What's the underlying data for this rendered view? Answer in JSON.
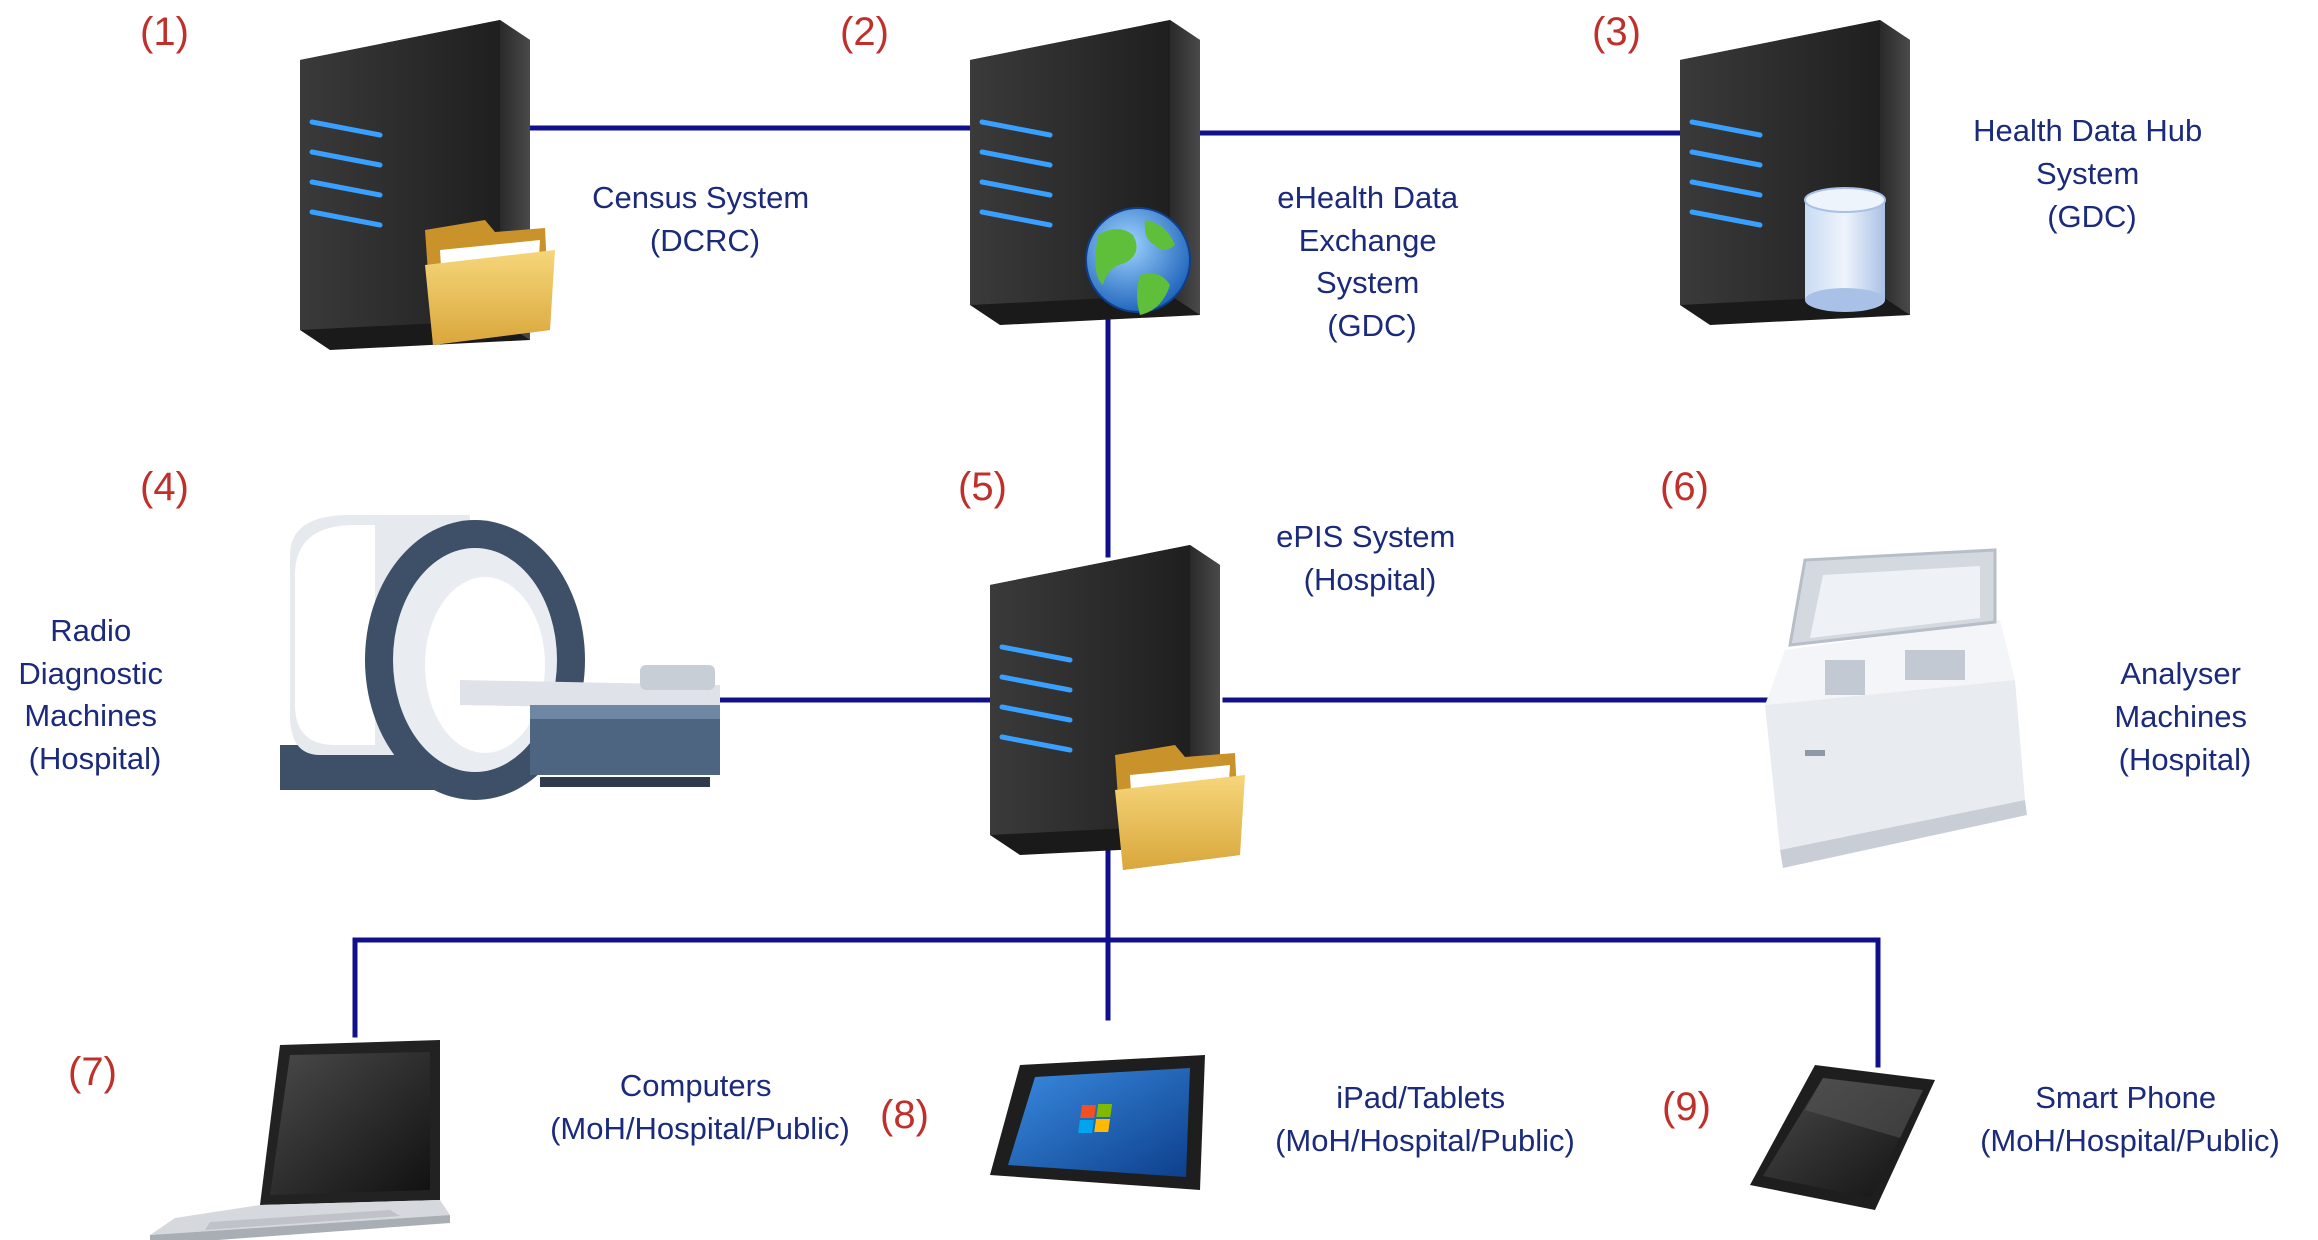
{
  "colors": {
    "link": "#10108c",
    "number_text": "#c0302b",
    "label_text": "#1b2a7a",
    "server_body": "#2b2b2b",
    "server_light": "#3aa0ff"
  },
  "nodes": [
    {
      "id": "census",
      "number": "(1)",
      "label_lines": [
        "Census System",
        "(DCRC)"
      ],
      "icon": "server-folder-icon"
    },
    {
      "id": "ehealth",
      "number": "(2)",
      "label_lines": [
        "eHealth Data",
        "Exchange",
        "System",
        "(GDC)"
      ],
      "icon": "server-globe-icon"
    },
    {
      "id": "hub",
      "number": "(3)",
      "label_lines": [
        "Health Data Hub",
        "System",
        "(GDC)"
      ],
      "icon": "server-database-icon"
    },
    {
      "id": "radio",
      "number": "(4)",
      "label_lines": [
        "Radio",
        "Diagnostic",
        "Machines",
        "(Hospital)"
      ],
      "icon": "ct-scanner-icon"
    },
    {
      "id": "epis",
      "number": "(5)",
      "label_lines": [
        "ePIS System",
        "(Hospital)"
      ],
      "icon": "server-folder-icon"
    },
    {
      "id": "analyser",
      "number": "(6)",
      "label_lines": [
        "Analyser",
        "Machines",
        "(Hospital)"
      ],
      "icon": "analyser-machine-icon"
    },
    {
      "id": "computers",
      "number": "(7)",
      "label_lines": [
        "Computers",
        "(MoH/Hospital/Public)"
      ],
      "icon": "laptop-icon"
    },
    {
      "id": "tablets",
      "number": "(8)",
      "label_lines": [
        "iPad/Tablets",
        "(MoH/Hospital/Public)"
      ],
      "icon": "tablet-icon"
    },
    {
      "id": "phone",
      "number": "(9)",
      "label_lines": [
        "Smart Phone",
        "(MoH/Hospital/Public)"
      ],
      "icon": "smartphone-icon"
    }
  ]
}
